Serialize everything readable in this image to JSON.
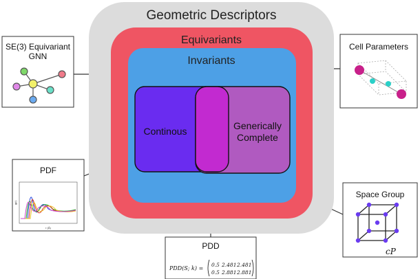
{
  "regions": {
    "outer": {
      "label": "Geometric Descriptors",
      "color": "#dcdcdc"
    },
    "middle": {
      "label": "Equivariants",
      "color": "#ef5563"
    },
    "inner": {
      "label": "Invariants",
      "color": "#4da0e6"
    }
  },
  "sets": {
    "continuous": {
      "label": "Continous",
      "color": "#6a2cf0"
    },
    "generic": {
      "label_line1": "Generically",
      "label_line2": "Complete",
      "color": "#b05ac0"
    },
    "overlap": {
      "color": "#c22ad0"
    }
  },
  "examples": {
    "gnn": {
      "title_line1": "SE(3) Equivariant",
      "title_line2": "GNN"
    },
    "cell": {
      "title": "Cell Parameters"
    },
    "pdf": {
      "title": "PDF",
      "ylabel": "g(r)",
      "xlabel": "r (Å)"
    },
    "space_group": {
      "title": "Space Group",
      "caption": "cP"
    },
    "pdd": {
      "title": "PDD",
      "formula": "PDD(S; k) =",
      "matrix": [
        [
          "0.5",
          "2.481",
          "2.481"
        ],
        [
          "0.5",
          "2.881",
          "2.881"
        ]
      ]
    }
  }
}
